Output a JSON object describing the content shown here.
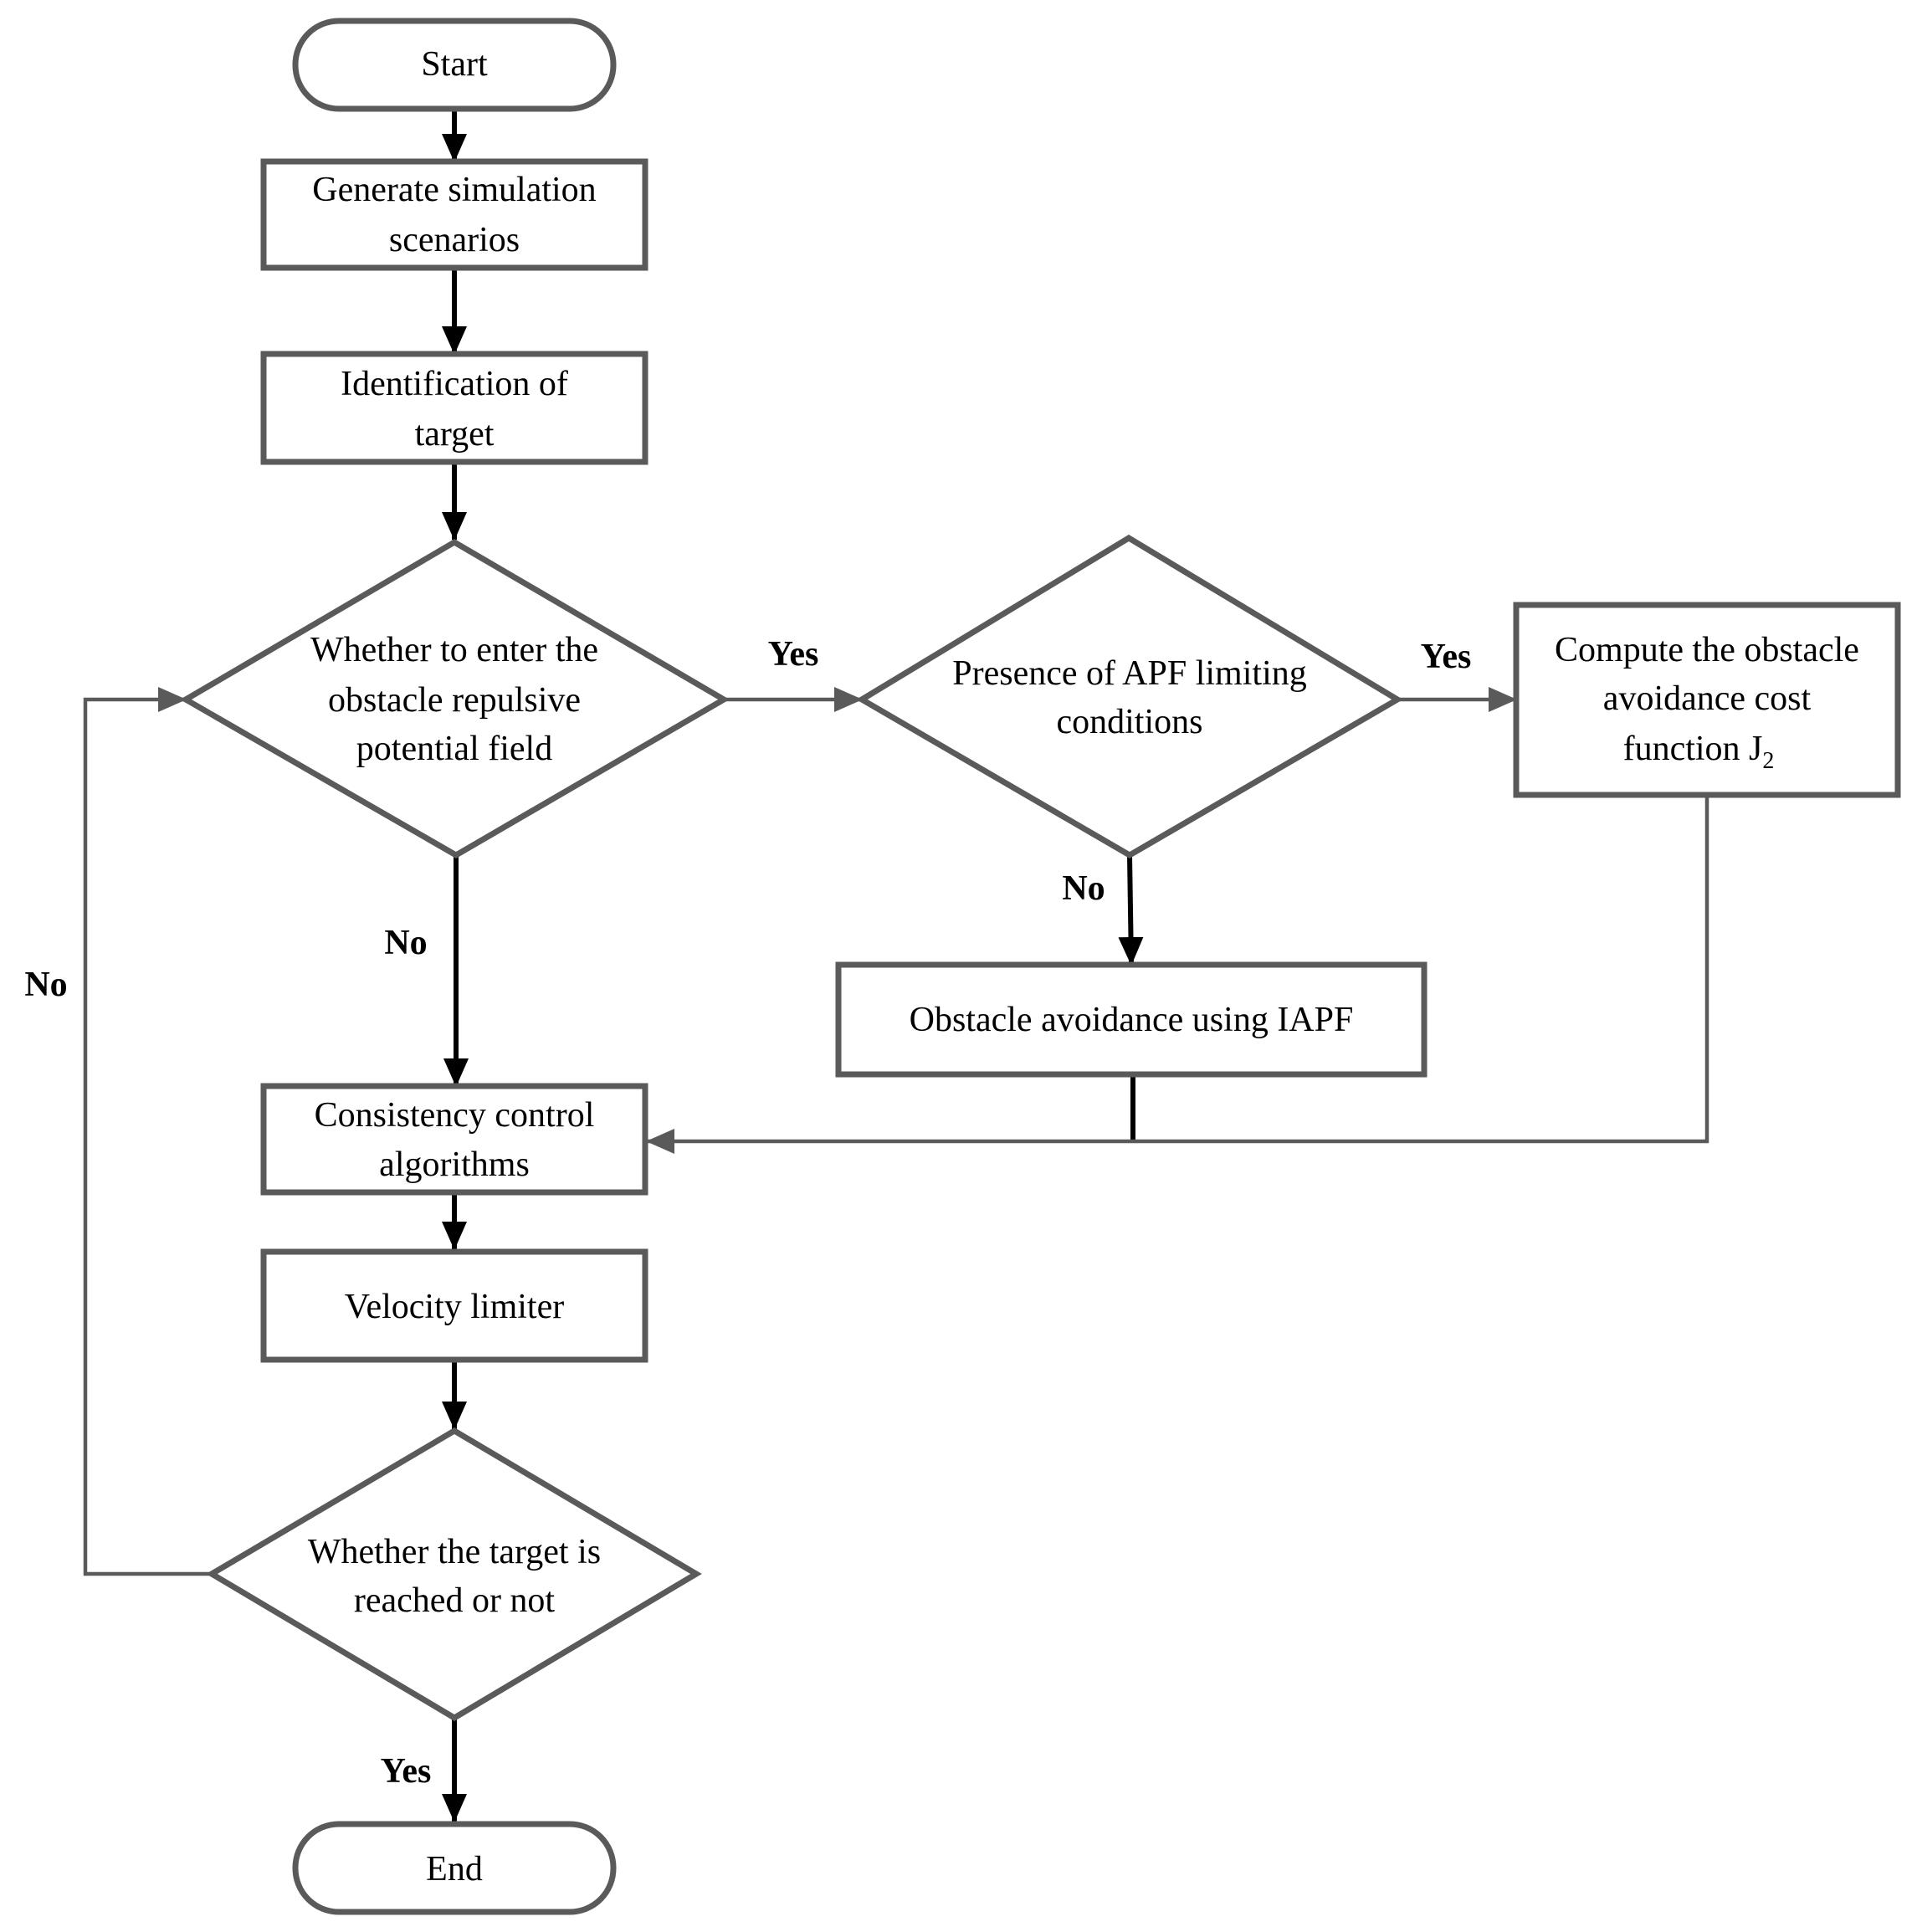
{
  "nodes": {
    "start": "Start",
    "generate": [
      "Generate simulation",
      "scenarios"
    ],
    "identify": [
      "Identification of",
      "target"
    ],
    "decision_enter": [
      "Whether to enter the",
      "obstacle repulsive",
      "potential field"
    ],
    "decision_apf": [
      "Presence of APF limiting",
      "conditions"
    ],
    "compute": [
      "Compute the obstacle",
      "avoidance cost",
      "function J"
    ],
    "compute_subscript": "2",
    "iapf": "Obstacle avoidance using IAPF",
    "consistency": [
      "Consistency control",
      "algorithms"
    ],
    "velocity": "Velocity limiter",
    "decision_reached": [
      "Whether the target  is",
      "reached or not"
    ],
    "end": "End"
  },
  "labels": {
    "yes_enter": "Yes",
    "yes_apf": "Yes",
    "no_apf": "No",
    "no_enter": "No",
    "no_loop": "No",
    "yes_end": "Yes"
  },
  "colors": {
    "shape_stroke": "#5a5a5a",
    "arrow": "#000000"
  }
}
